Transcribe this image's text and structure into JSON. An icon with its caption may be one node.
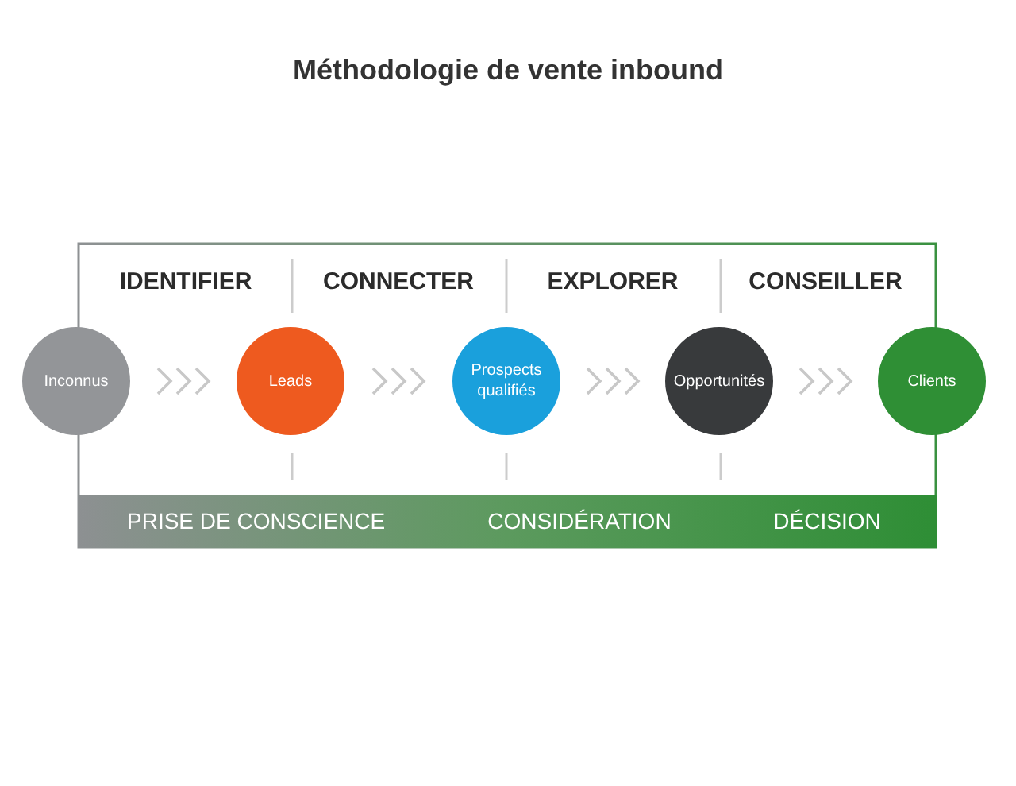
{
  "diagram": {
    "title": "Méthodologie de vente inbound",
    "nodes": [
      {
        "text": [
          "Inconnus"
        ]
      },
      {
        "text": [
          "Leads"
        ]
      },
      {
        "text": [
          "Prospects qualifiés"
        ]
      },
      {
        "text": [
          "Opportunités"
        ]
      },
      {
        "text": [
          "Clients"
        ]
      }
    ],
    "edges": [
      {
        "from": 0,
        "to": 1,
        "arrow": "to"
      },
      {
        "from": 1,
        "to": 2,
        "arrow": "to"
      },
      {
        "from": 2,
        "to": 3,
        "arrow": "to"
      },
      {
        "from": 3,
        "to": 4,
        "arrow": "to"
      }
    ],
    "labels": [
      "IDENTIFIER",
      "CONNECTER",
      "EXPLORER",
      "CONSEILLER",
      "PRISE DE CONSCIENCE",
      "CONSIDÉRATION",
      "DÉCISION"
    ]
  }
}
